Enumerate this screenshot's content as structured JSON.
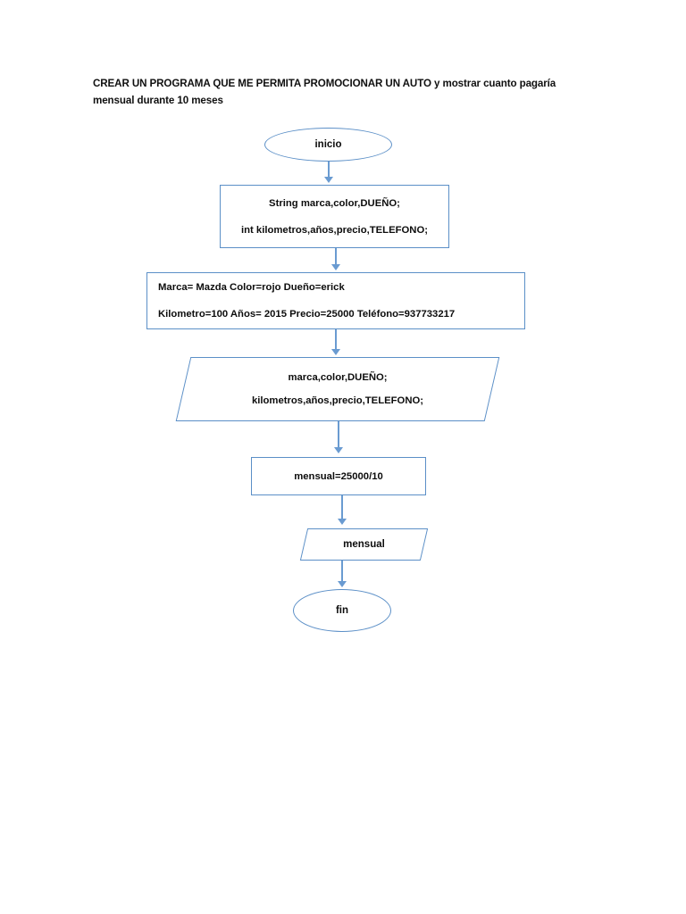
{
  "document": {
    "title_lines": [
      "CREAR UN PROGRAMA QUE ME PERMITA PROMOCIONAR UN AUTO y mostrar cuanto pagaría",
      "mensual durante 10 meses"
    ]
  },
  "theme": {
    "shape_border_color": "#5B8FC7",
    "connector_color": "#6A9BD1",
    "shape_fill_color": "#FFFFFF",
    "text_color": "#0D0D0D",
    "page_background": "#FFFFFF"
  },
  "flowchart": {
    "nodes": [
      {
        "id": "inicio",
        "shape": "oval",
        "role": "terminator-start",
        "lines": [
          "inicio"
        ]
      },
      {
        "id": "declaracion",
        "shape": "rectangle",
        "role": "process-declaration",
        "lines": [
          "String marca,color,DUEÑO;",
          "int kilometros,años,precio,TELEFONO;"
        ]
      },
      {
        "id": "asignacion",
        "shape": "rectangle",
        "role": "process-assignment",
        "lines": [
          "Marca= Mazda    Color=rojo    Dueño=erick",
          "Kilometro=100    Años= 2015 Precio=25000  Teléfono=937733217"
        ]
      },
      {
        "id": "entrada",
        "shape": "parallelogram",
        "role": "input-output",
        "lines": [
          "marca,color,DUEÑO;",
          "kilometros,años,precio,TELEFONO;"
        ]
      },
      {
        "id": "calculo",
        "shape": "rectangle",
        "role": "process-calculation",
        "lines": [
          "mensual=25000/10"
        ]
      },
      {
        "id": "salida",
        "shape": "parallelogram",
        "role": "input-output",
        "lines": [
          "mensual"
        ]
      },
      {
        "id": "fin",
        "shape": "oval",
        "role": "terminator-end",
        "lines": [
          "fin"
        ]
      }
    ],
    "connectors": [
      {
        "from": "inicio",
        "to": "declaracion"
      },
      {
        "from": "declaracion",
        "to": "asignacion"
      },
      {
        "from": "asignacion",
        "to": "entrada"
      },
      {
        "from": "entrada",
        "to": "calculo"
      },
      {
        "from": "calculo",
        "to": "salida"
      },
      {
        "from": "salida",
        "to": "fin"
      }
    ]
  }
}
